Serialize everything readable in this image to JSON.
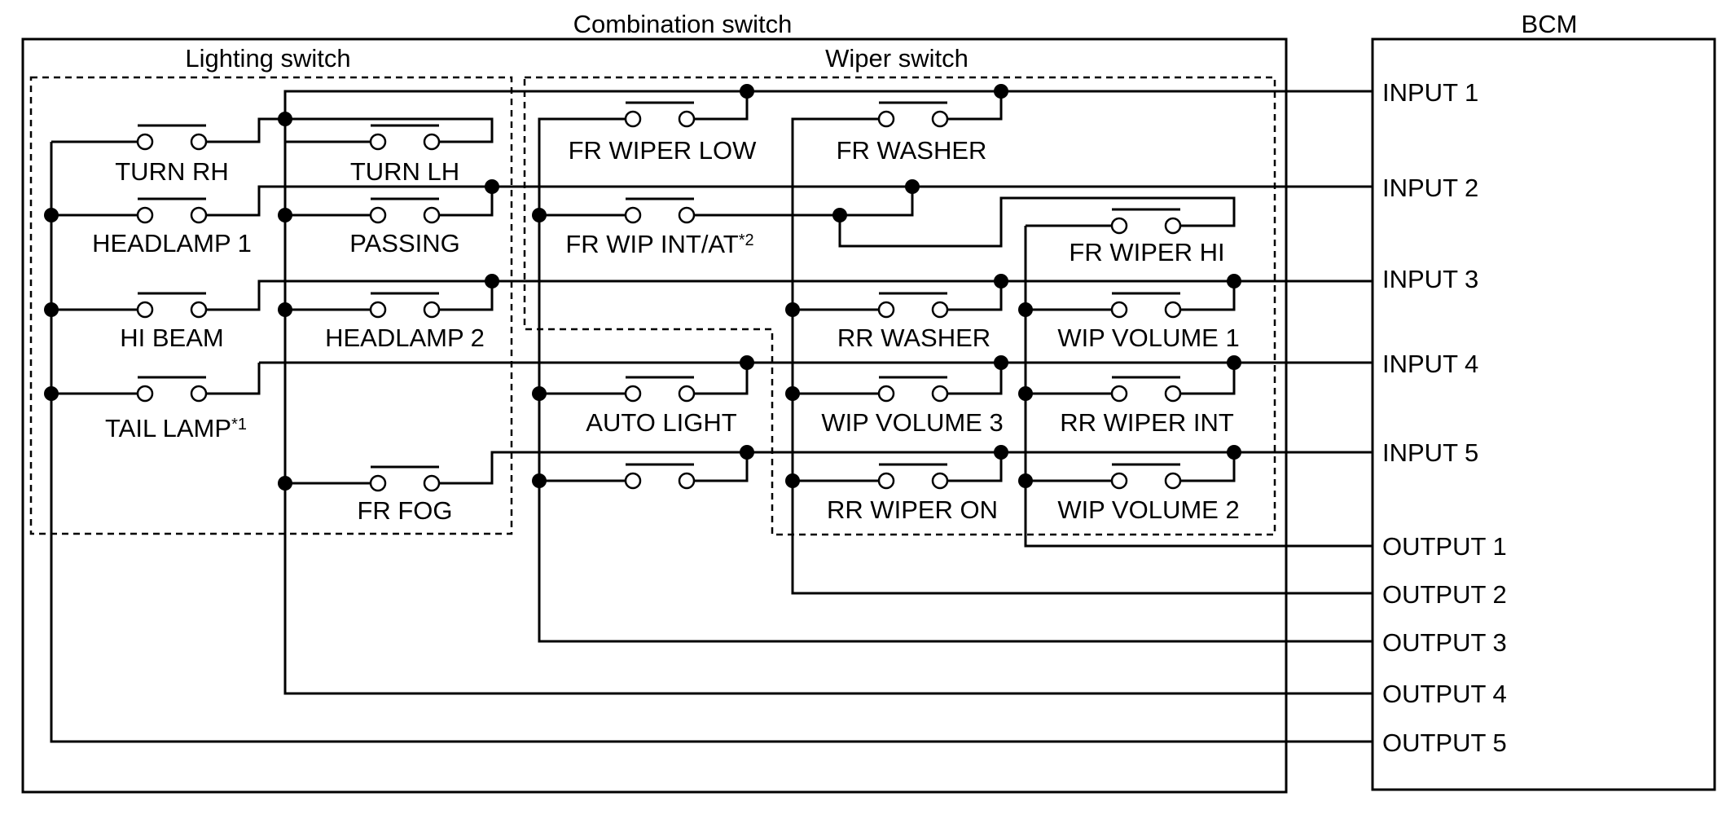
{
  "titles": {
    "combination_switch": "Combination switch",
    "bcm": "BCM",
    "lighting_switch": "Lighting switch",
    "wiper_switch": "Wiper switch"
  },
  "switches": {
    "turn_rh": "TURN RH",
    "turn_lh": "TURN LH",
    "headlamp_1": "HEADLAMP 1",
    "passing": "PASSING",
    "hi_beam": "HI BEAM",
    "headlamp_2": "HEADLAMP 2",
    "tail_lamp": "TAIL LAMP",
    "tail_lamp_note": "*1",
    "fr_fog": "FR FOG",
    "fr_wiper_low": "FR WIPER LOW",
    "fr_washer": "FR WASHER",
    "fr_wip_int": "FR WIP INT/AT",
    "fr_wip_int_note": "*2",
    "fr_wiper_hi": "FR WIPER HI",
    "rr_washer": "RR WASHER",
    "wip_volume_1": "WIP VOLUME 1",
    "auto_light": "AUTO LIGHT",
    "wip_volume_3": "WIP VOLUME 3",
    "rr_wiper_int": "RR WIPER INT",
    "rr_wiper_on": "RR WIPER ON",
    "wip_volume_2": "WIP VOLUME 2"
  },
  "bcm_pins": {
    "input_1": "INPUT 1",
    "input_2": "INPUT 2",
    "input_3": "INPUT 3",
    "input_4": "INPUT 4",
    "input_5": "INPUT 5",
    "output_1": "OUTPUT 1",
    "output_2": "OUTPUT 2",
    "output_3": "OUTPUT 3",
    "output_4": "OUTPUT 4",
    "output_5": "OUTPUT 5"
  }
}
